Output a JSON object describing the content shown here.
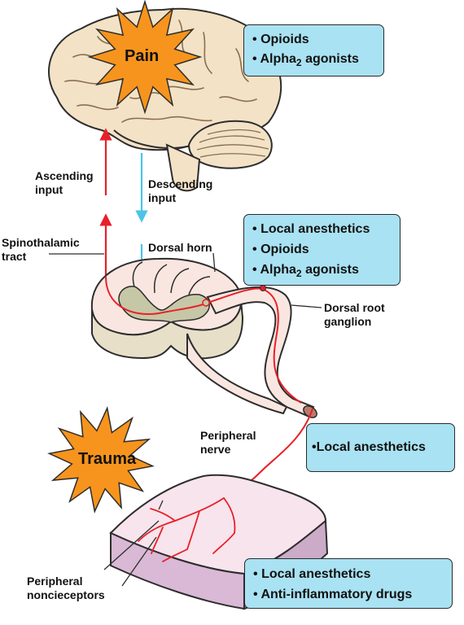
{
  "bursts": {
    "pain": "Pain",
    "trauma": "Trauma"
  },
  "boxes": {
    "brain": {
      "items": [
        "Opioids",
        "Alpha",
        "agonists"
      ],
      "subscript": "2"
    },
    "spinal": {
      "items": [
        "Local anesthetics",
        "Opioids",
        "Alpha",
        "agonists"
      ],
      "subscript": "2"
    },
    "nerve": {
      "items": [
        "Local anesthetics"
      ]
    },
    "tissue": {
      "items": [
        "Local anesthetics",
        "Anti-inflammatory drugs"
      ]
    }
  },
  "bullet": "•",
  "labels": {
    "ascending": [
      "Ascending",
      "input"
    ],
    "descending": [
      "Descending",
      "input"
    ],
    "spinothalamic": [
      "Spinothalamic",
      "tract"
    ],
    "dorsal_horn": "Dorsal horn",
    "dorsal_root": [
      "Dorsal root",
      "ganglion"
    ],
    "peripheral_nerve": [
      "Peripheral",
      "nerve"
    ],
    "nociceptors": [
      "Peripheral",
      "noncieceptors"
    ]
  },
  "colors": {
    "box_fill": "#a9e2f2",
    "burst_fill": "#f7941d",
    "ascending_arrow": "#e8202a",
    "descending_arrow": "#4cc3e8",
    "brain_fill": "#f3e2c6",
    "cord_fill": "#fae6e0",
    "tissue_fill": "#f7e4ec"
  }
}
